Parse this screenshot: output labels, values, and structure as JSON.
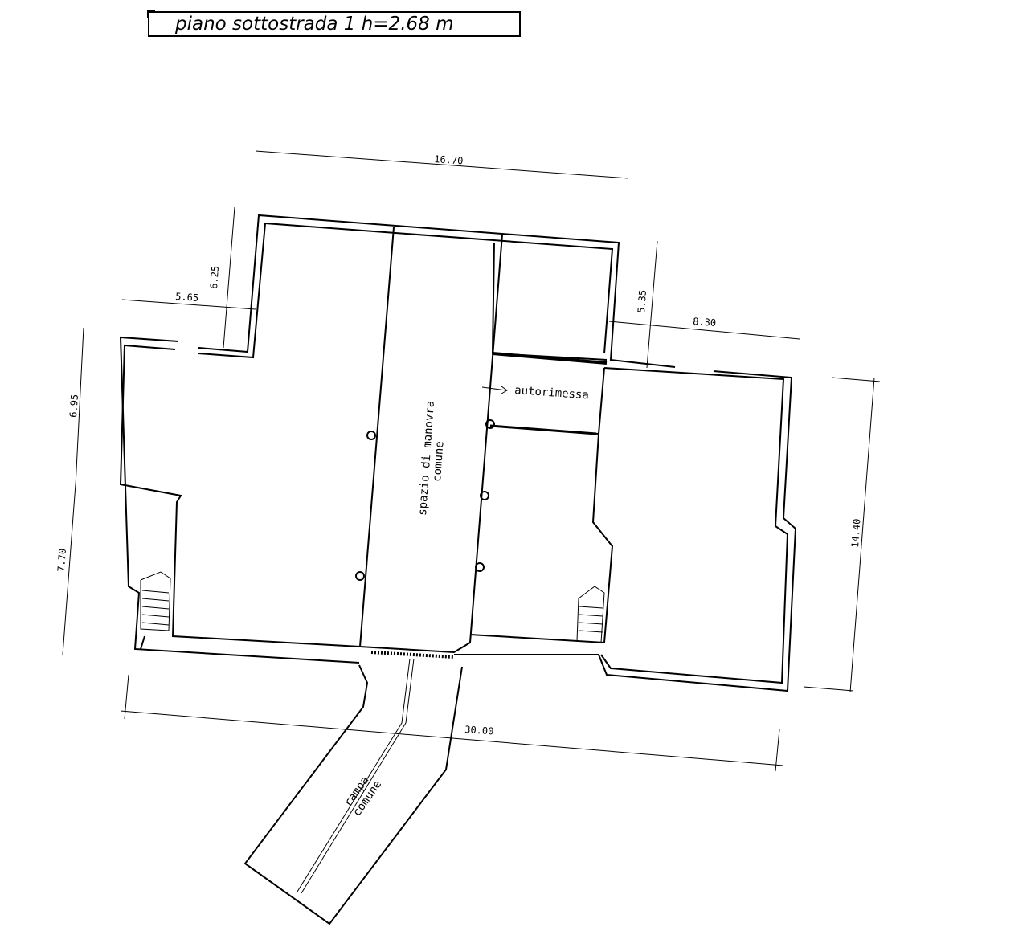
{
  "title": "piano sottostrada 1 h=2.68 m",
  "labels": {
    "maneuver_line1": "spazio di manovra",
    "maneuver_line2": "comune",
    "garage": "autorimessa",
    "ramp_line1": "rampa",
    "ramp_line2": "comune"
  },
  "dimensions": {
    "top": "16.70",
    "left_upper": "6.25",
    "left_mid": "5.65",
    "left_side_upper": "6.95",
    "left_side_lower": "7.70",
    "right_upper": "5.35",
    "right_mid": "8.30",
    "right_side": "14.40",
    "bottom_total": "30.00"
  }
}
